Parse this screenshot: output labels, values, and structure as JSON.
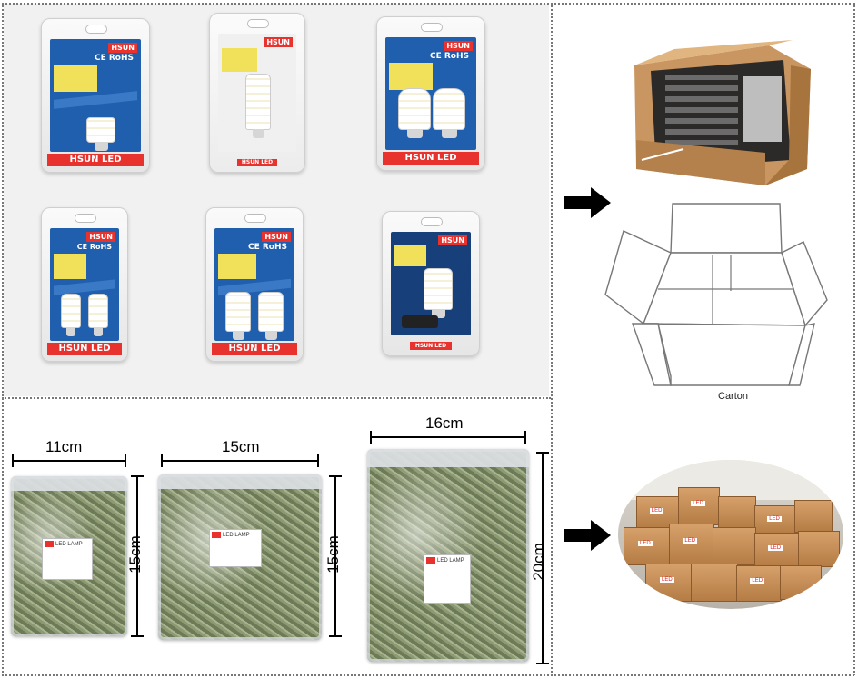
{
  "blister_packs": {
    "brand_label": "HSUN",
    "footer_label": "HSUN LED",
    "cert_label": "CE RoHS",
    "items": [
      {
        "name": "festoon"
      },
      {
        "name": "h1"
      },
      {
        "name": "1156-double"
      },
      {
        "name": "t10-double-a"
      },
      {
        "name": "t10-double-b"
      },
      {
        "name": "9006"
      }
    ]
  },
  "bags": [
    {
      "width_label": "11cm",
      "height_label": "15cm",
      "tag": "LED LAMP"
    },
    {
      "width_label": "15cm",
      "height_label": "15cm",
      "tag": "LED LAMP"
    },
    {
      "width_label": "16cm",
      "height_label": "20cm",
      "tag": "LED LAMP"
    }
  ],
  "carton": {
    "diagram_label": "Carton"
  },
  "colors": {
    "brand_red": "#e8322e",
    "card_blue": "#1f5fae",
    "cardboard": "#c8955c",
    "border_dots": "#777777"
  },
  "icons": [
    "right-arrow-icon",
    "right-arrow-icon"
  ]
}
